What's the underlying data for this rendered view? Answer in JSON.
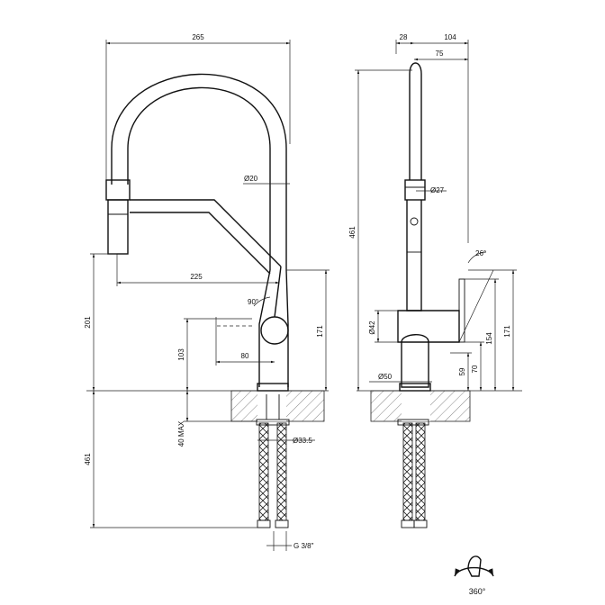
{
  "front_view": {
    "dims": {
      "overall_width": "265",
      "spout_reach": "225",
      "tube_diameter": "Ø20",
      "handle_angle": "90°",
      "handle_reach": "80",
      "handle_height": "103",
      "outlet_height": "201",
      "body_height": "171",
      "hose_length": "461",
      "deck_thickness": "40 MAX",
      "hole_diameter": "Ø33.5",
      "connection": "G 3/8\""
    }
  },
  "side_view": {
    "dims": {
      "top_offset": "28",
      "depth_total": "104",
      "depth_spout": "75",
      "head_diameter": "Ø27",
      "overall_height": "461",
      "tilt_angle": "26°",
      "height_154": "154",
      "height_171": "171",
      "body_diameter": "Ø42",
      "height_70": "70",
      "height_59": "59",
      "base_diameter": "Ø50"
    }
  },
  "rotation_symbol": {
    "label": "360°"
  }
}
